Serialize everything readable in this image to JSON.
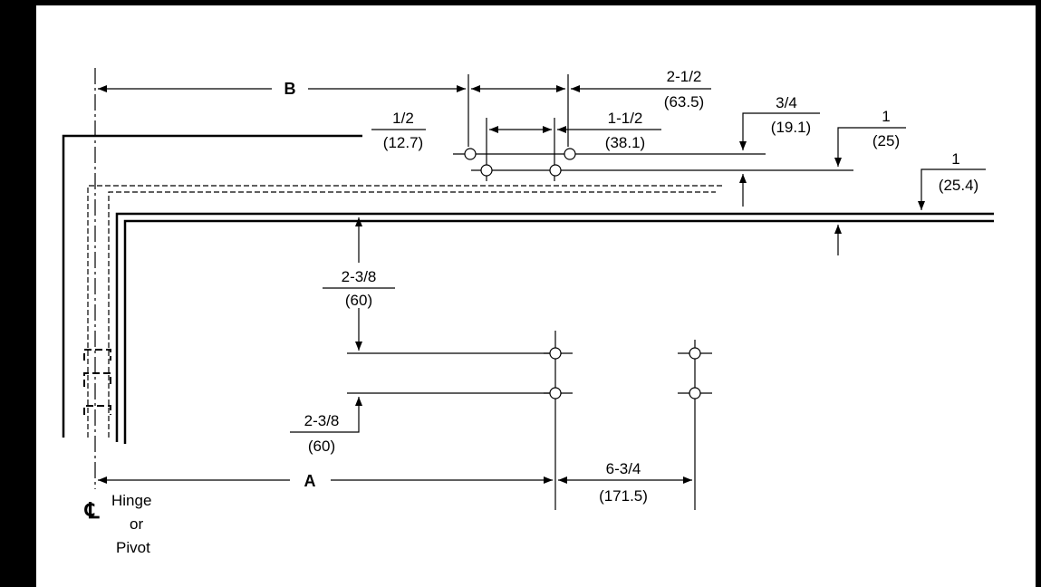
{
  "dimensions": {
    "b_label": "B",
    "a_label": "A",
    "half": {
      "frac": "1/2",
      "mm": "(12.7)"
    },
    "one_half": {
      "frac": "1-1/2",
      "mm": "(38.1)"
    },
    "two_half": {
      "frac": "2-1/2",
      "mm": "(63.5)"
    },
    "three_quarter": {
      "frac": "3/4",
      "mm": "(19.1)"
    },
    "one_a": {
      "frac": "1",
      "mm": "(25)"
    },
    "one_b": {
      "frac": "1",
      "mm": "(25.4)"
    },
    "two_three_eighths_top": {
      "frac": "2-3/8",
      "mm": "(60)"
    },
    "two_three_eighths_bottom": {
      "frac": "2-3/8",
      "mm": "(60)"
    },
    "six_three_quarter": {
      "frac": "6-3/4",
      "mm": "(171.5)"
    }
  },
  "centerline": {
    "symbol": "℄",
    "line1": "Hinge",
    "line2": "or",
    "line3": "Pivot"
  }
}
